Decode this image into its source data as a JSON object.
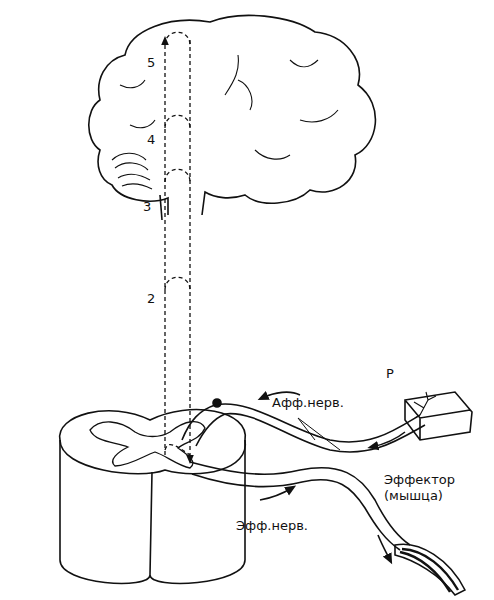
{
  "diagram": {
    "labels": [
      "5",
      "4",
      "3",
      "2",
      "Р",
      "Афф.нерв.",
      "Эффектор (мышца)",
      "Эфф.нерв."
    ]
  }
}
